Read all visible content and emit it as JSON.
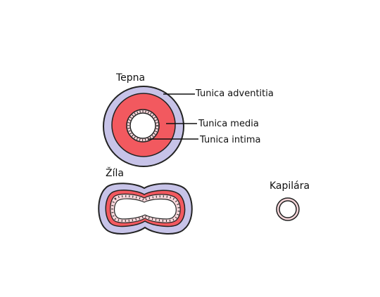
{
  "artery": {
    "title": "Tepna",
    "layers": {
      "adventitia": "Tunica adventitia",
      "media": "Tunica media",
      "intima": "Tunica intima"
    }
  },
  "vein": {
    "title": "Žíla"
  },
  "capillary": {
    "title": "Kapilára"
  },
  "colors": {
    "adventitia": "#c7c3e8",
    "media": "#f2595f",
    "intima": "#f7d6da",
    "outline": "#222222",
    "lumen": "#ffffff"
  }
}
